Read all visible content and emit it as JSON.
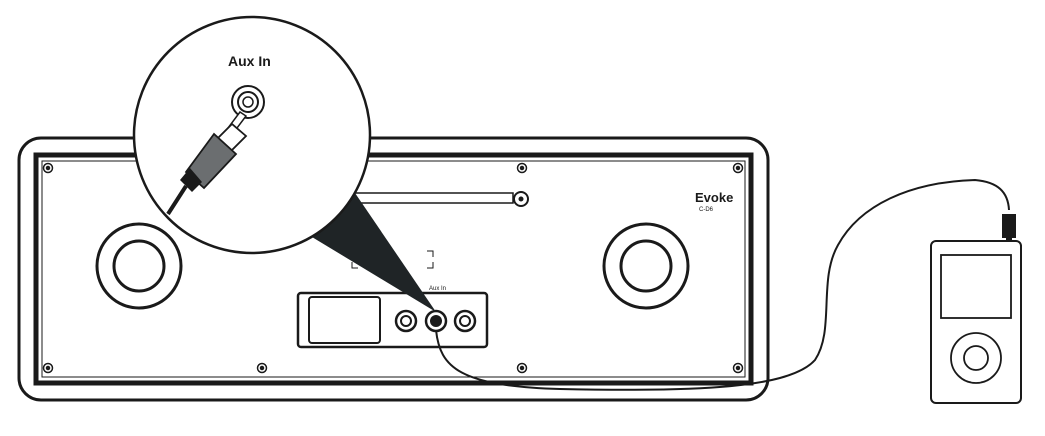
{
  "callout": {
    "title": "Aux In"
  },
  "radio": {
    "brand": "Evoke",
    "model": "C-D6",
    "port_label": "Aux In"
  },
  "colors": {
    "line": "#1a1a1a",
    "callout_fill": "#1f2426",
    "plug_body": "#6b6e70",
    "background": "#ffffff"
  },
  "icons": {
    "callout": "magnifier-callout",
    "player": "media-player-icon",
    "cable": "audio-cable"
  }
}
